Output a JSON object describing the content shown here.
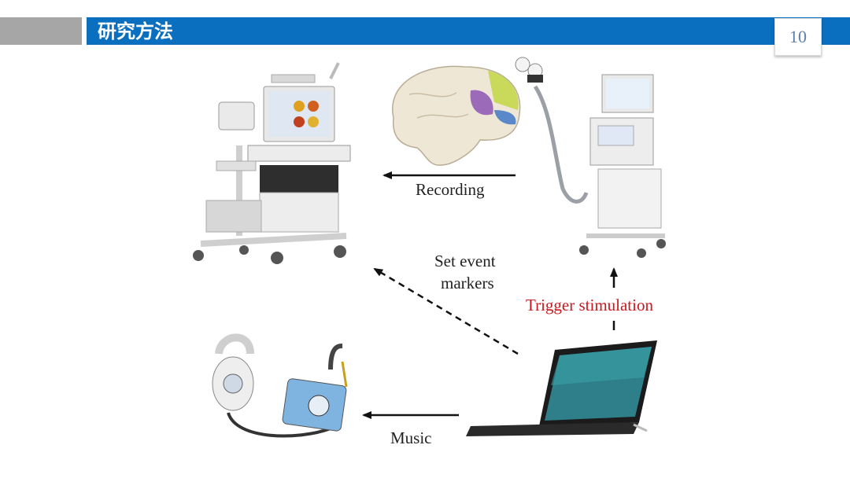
{
  "header": {
    "title": "研究方法",
    "page_number": "10"
  },
  "labels": {
    "recording": "Recording",
    "set_event_markers_line1": "Set event",
    "set_event_markers_line2": "markers",
    "trigger_stimulation": "Trigger stimulation",
    "music": "Music"
  },
  "colors": {
    "header_blue": "#0b6fbf",
    "header_gray": "#a6a6a6",
    "trigger_red": "#c8171e"
  }
}
